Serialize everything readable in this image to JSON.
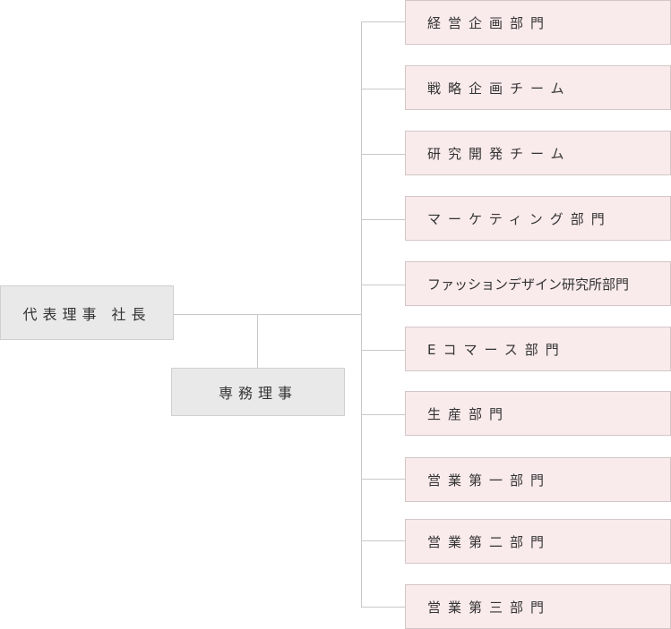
{
  "chart": {
    "ceo_label": "代表理事 社長",
    "director_label": "専務理事",
    "departments": [
      {
        "label": "経営企画部門"
      },
      {
        "label": "戦略企画チーム"
      },
      {
        "label": "研究開発チーム"
      },
      {
        "label": "マーケティング部門"
      },
      {
        "label": "ファッションデザイン研究所部門"
      },
      {
        "label": "Eコマース部門"
      },
      {
        "label": "生産部門"
      },
      {
        "label": "営業第一部門"
      },
      {
        "label": "営業第二部門"
      },
      {
        "label": "営業第三部門"
      }
    ]
  },
  "colors": {
    "exec_fill": "#e9e9e9",
    "dept_fill": "#f9eaec",
    "connector": "#c8c8c8",
    "text": "#333333"
  }
}
